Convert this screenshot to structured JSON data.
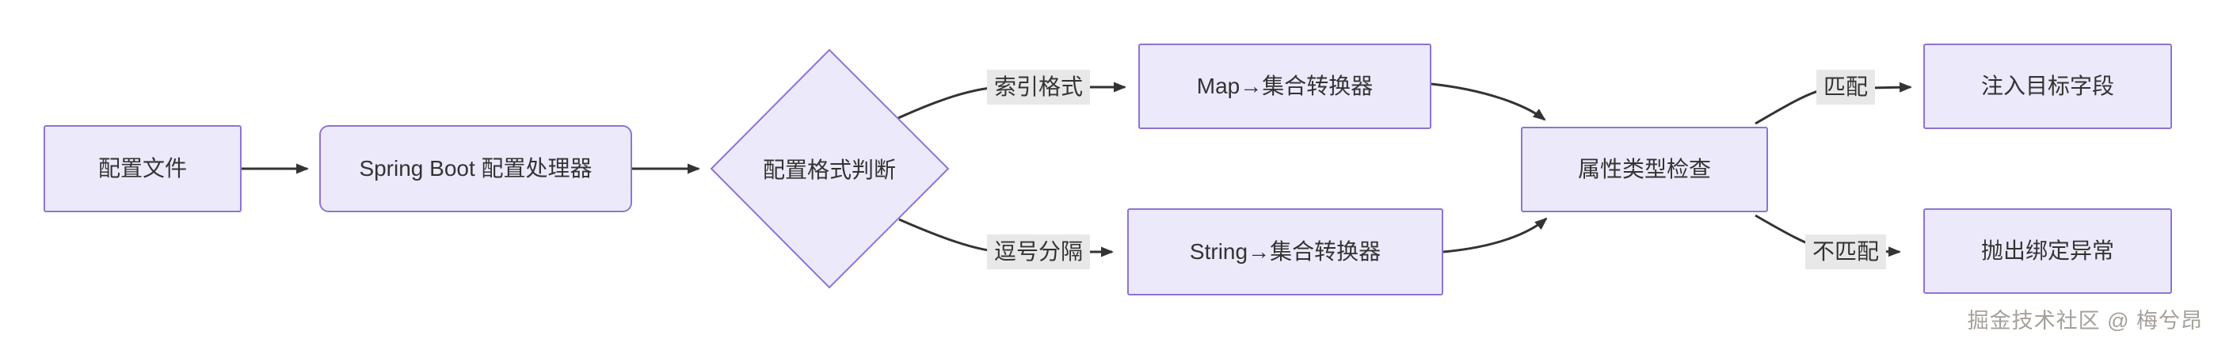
{
  "diagram": {
    "type": "flowchart",
    "direction": "left-to-right",
    "nodes": {
      "config_file": {
        "label": "配置文件",
        "shape": "rectangle"
      },
      "processor": {
        "label": "Spring Boot 配置处理器",
        "shape": "rounded-rectangle"
      },
      "format_decision": {
        "label": "配置格式判断",
        "shape": "diamond"
      },
      "map_converter": {
        "label": "Map→集合转换器",
        "shape": "rectangle"
      },
      "string_converter": {
        "label": "String→集合转换器",
        "shape": "rectangle"
      },
      "type_check": {
        "label": "属性类型检查",
        "shape": "rectangle"
      },
      "inject_field": {
        "label": "注入目标字段",
        "shape": "rectangle"
      },
      "throw_exception": {
        "label": "抛出绑定异常",
        "shape": "rectangle"
      }
    },
    "edges": [
      {
        "from": "config_file",
        "to": "processor",
        "label": ""
      },
      {
        "from": "processor",
        "to": "format_decision",
        "label": ""
      },
      {
        "from": "format_decision",
        "to": "map_converter",
        "label": "索引格式"
      },
      {
        "from": "format_decision",
        "to": "string_converter",
        "label": "逗号分隔"
      },
      {
        "from": "map_converter",
        "to": "type_check",
        "label": ""
      },
      {
        "from": "string_converter",
        "to": "type_check",
        "label": ""
      },
      {
        "from": "type_check",
        "to": "inject_field",
        "label": "匹配"
      },
      {
        "from": "type_check",
        "to": "throw_exception",
        "label": "不匹配"
      }
    ],
    "colors": {
      "node_fill": "#ECEAFA",
      "node_border": "#8E74D2",
      "edge_line": "#333333",
      "edge_label_bg": "#E8E8E8",
      "text": "#333333",
      "background": "#FFFFFF"
    }
  },
  "watermark": {
    "text": "掘金技术社区 @ 梅兮昂"
  }
}
